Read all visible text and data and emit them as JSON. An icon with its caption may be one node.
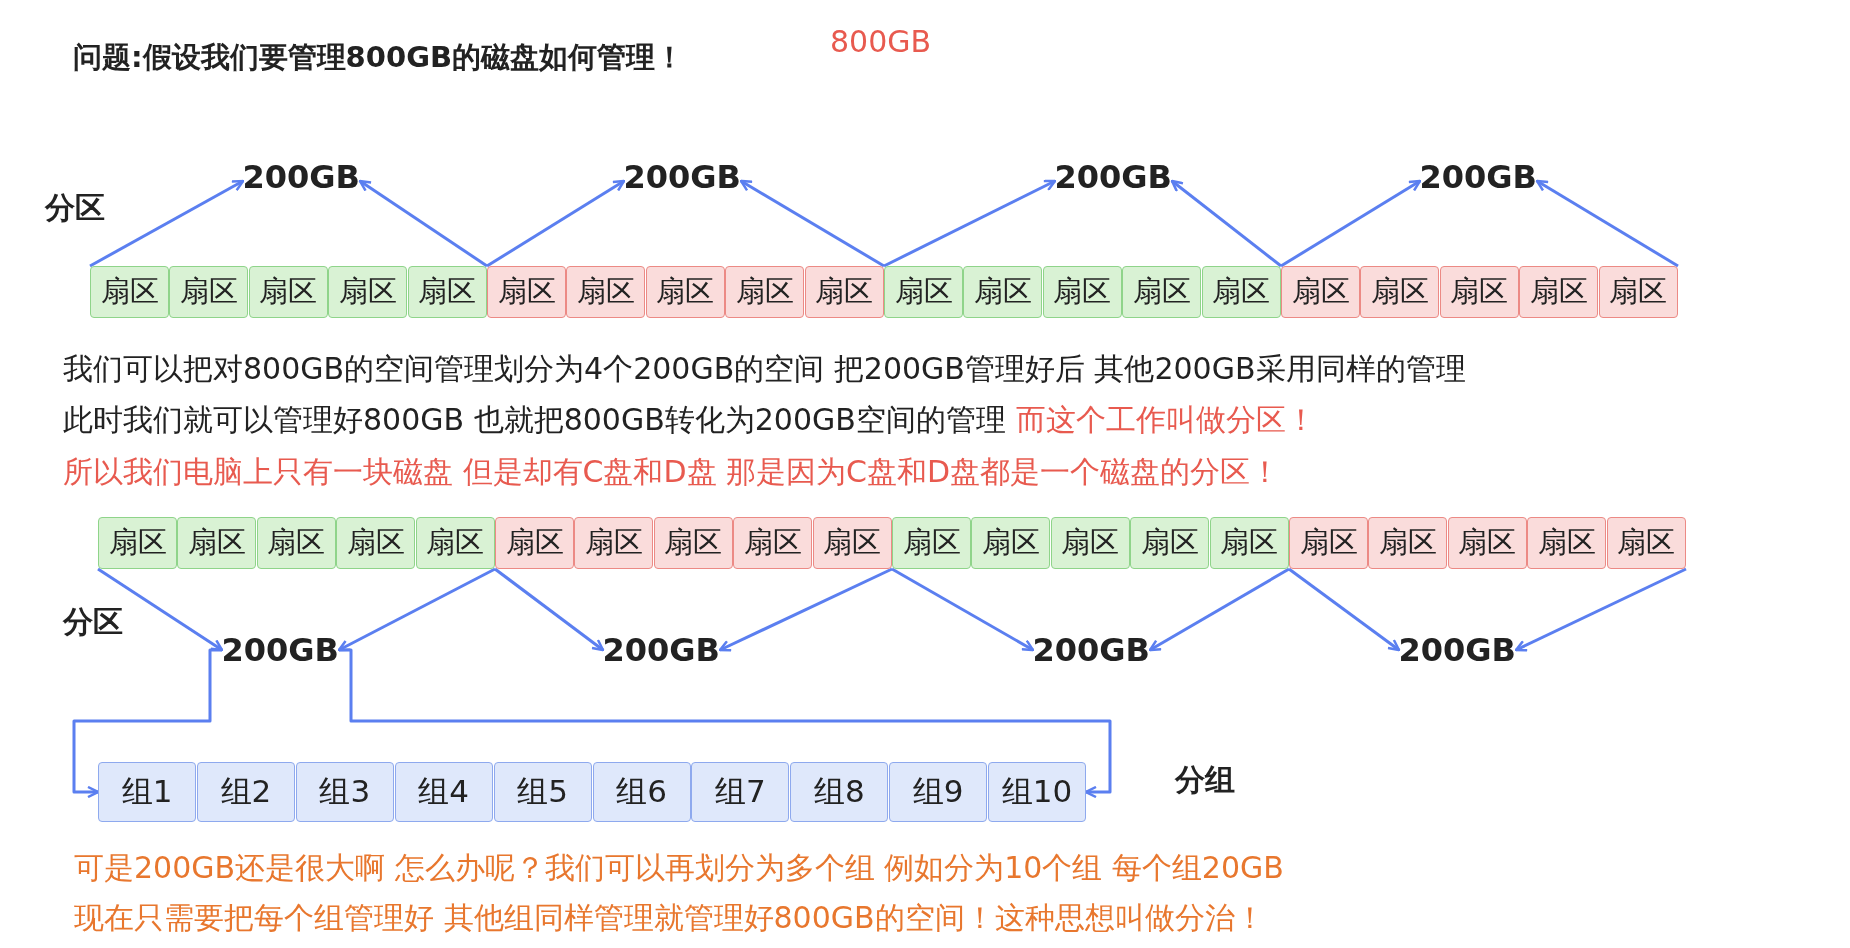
{
  "diagram": {
    "title": "问题:假设我们要管理800GB的磁盘如何管理！",
    "nodes": [
      {
        "text": [
          "200GB"
        ]
      },
      {
        "text": [
          "200GB"
        ]
      },
      {
        "text": [
          "200GB"
        ]
      },
      {
        "text": [
          "200GB"
        ]
      },
      {
        "text": [
          "扇区"
        ]
      },
      {
        "text": [
          "扇区"
        ]
      },
      {
        "text": [
          "扇区"
        ]
      },
      {
        "text": [
          "扇区"
        ]
      },
      {
        "text": [
          "扇区"
        ]
      },
      {
        "text": [
          "扇区"
        ]
      },
      {
        "text": [
          "扇区"
        ]
      },
      {
        "text": [
          "扇区"
        ]
      },
      {
        "text": [
          "扇区"
        ]
      },
      {
        "text": [
          "扇区"
        ]
      },
      {
        "text": [
          "扇区"
        ]
      },
      {
        "text": [
          "扇区"
        ]
      },
      {
        "text": [
          "扇区"
        ]
      },
      {
        "text": [
          "扇区"
        ]
      },
      {
        "text": [
          "扇区"
        ]
      },
      {
        "text": [
          "扇区"
        ]
      },
      {
        "text": [
          "扇区"
        ]
      },
      {
        "text": [
          "扇区"
        ]
      },
      {
        "text": [
          "扇区"
        ]
      },
      {
        "text": [
          "扇区"
        ]
      },
      {
        "text": [
          "扇区"
        ]
      },
      {
        "text": [
          "扇区"
        ]
      },
      {
        "text": [
          "扇区"
        ]
      },
      {
        "text": [
          "扇区"
        ]
      },
      {
        "text": [
          "扇区"
        ]
      },
      {
        "text": [
          "扇区"
        ]
      },
      {
        "text": [
          "扇区"
        ]
      },
      {
        "text": [
          "扇区"
        ]
      },
      {
        "text": [
          "扇区"
        ]
      },
      {
        "text": [
          "扇区"
        ]
      },
      {
        "text": [
          "扇区"
        ]
      },
      {
        "text": [
          "扇区"
        ]
      },
      {
        "text": [
          "扇区"
        ]
      },
      {
        "text": [
          "扇区"
        ]
      },
      {
        "text": [
          "扇区"
        ]
      },
      {
        "text": [
          "扇区"
        ]
      },
      {
        "text": [
          "扇区"
        ]
      },
      {
        "text": [
          "扇区"
        ]
      },
      {
        "text": [
          "扇区"
        ]
      },
      {
        "text": [
          "扇区"
        ]
      },
      {
        "text": [
          "200GB"
        ]
      },
      {
        "text": [
          "200GB"
        ]
      },
      {
        "text": [
          "200GB"
        ]
      },
      {
        "text": [
          "200GB"
        ]
      },
      {
        "text": [
          "组1"
        ]
      },
      {
        "text": [
          "组2"
        ]
      },
      {
        "text": [
          "组3"
        ]
      },
      {
        "text": [
          "组4"
        ]
      },
      {
        "text": [
          "组5"
        ]
      },
      {
        "text": [
          "组6"
        ]
      },
      {
        "text": [
          "组7"
        ]
      },
      {
        "text": [
          "组8"
        ]
      },
      {
        "text": [
          "组9"
        ]
      },
      {
        "text": [
          "组10"
        ]
      }
    ],
    "edges": [
      {
        "from": 4,
        "to": 0,
        "arrow": "to"
      },
      {
        "from": 8,
        "to": 0,
        "arrow": "to"
      },
      {
        "from": 9,
        "to": 1,
        "arrow": "to"
      },
      {
        "from": 13,
        "to": 1,
        "arrow": "to"
      },
      {
        "from": 14,
        "to": 2,
        "arrow": "to"
      },
      {
        "from": 18,
        "to": 2,
        "arrow": "to"
      },
      {
        "from": 19,
        "to": 3,
        "arrow": "to"
      },
      {
        "from": 23,
        "to": 3,
        "arrow": "to"
      },
      {
        "from": 24,
        "to": 44,
        "arrow": "to"
      },
      {
        "from": 28,
        "to": 44,
        "arrow": "to"
      },
      {
        "from": 29,
        "to": 45,
        "arrow": "to"
      },
      {
        "from": 33,
        "to": 45,
        "arrow": "to"
      },
      {
        "from": 34,
        "to": 46,
        "arrow": "to"
      },
      {
        "from": 38,
        "to": 46,
        "arrow": "to"
      },
      {
        "from": 39,
        "to": 47,
        "arrow": "to"
      },
      {
        "from": 43,
        "to": 47,
        "arrow": "to"
      },
      {
        "from": 44,
        "to": 48,
        "arrow": "to"
      },
      {
        "from": 44,
        "to": 57,
        "arrow": "to"
      }
    ],
    "labels": [
      "800GB",
      "分区",
      "我们可以把对800GB的空间管理划分为4个200GB的空间 把200GB管理好后 其他200GB采用同样的管理",
      "此时我们就可以管理好800GB 也就把800GB转化为200GB空间的管理",
      "而这个工作叫做分区！",
      "所以我们电脑上只有一块磁盘 但是却有C盘和D盘 那是因为C盘和D盘都是一个磁盘的分区！",
      "分区",
      "分组",
      "可是200GB还是很大啊 怎么办呢？我们可以再划分为多个组 例如分为10个组 每个组20GB",
      "现在只需要把每个组管理好 其他组同样管理就管理好800GB的空间！这种思想叫做分治！"
    ]
  }
}
